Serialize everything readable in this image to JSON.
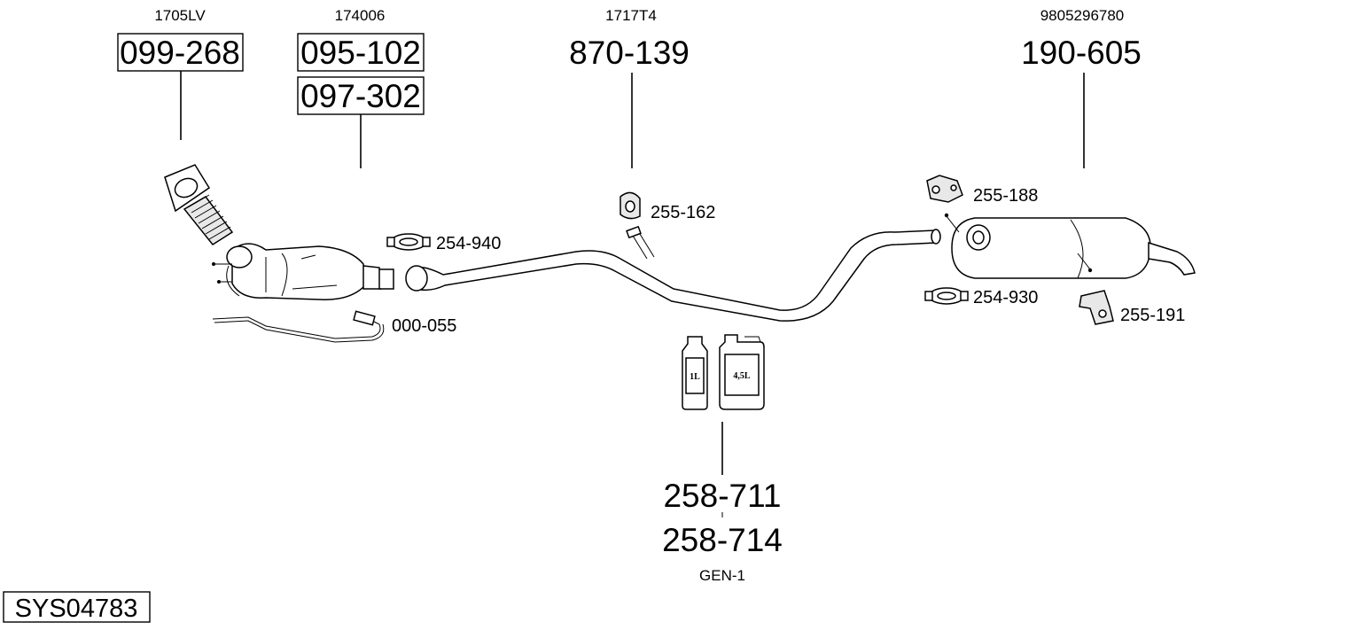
{
  "system_id": "SYS04783",
  "parts": {
    "front_pipe": {
      "oe": "1705LV",
      "codes": [
        "099-268"
      ]
    },
    "catalyst": {
      "oe": "174006",
      "codes": [
        "095-102",
        "097-302"
      ]
    },
    "middle_pipe": {
      "oe": "1717T4",
      "codes": [
        "870-139"
      ]
    },
    "rear_silencer": {
      "oe": "9805296780",
      "codes": [
        "190-605"
      ]
    },
    "additive": {
      "oe": "GEN-1",
      "codes": [
        "258-711",
        "258-714"
      ]
    }
  },
  "callouts": {
    "clamp_front": "254-940",
    "hanger_mid": "255-162",
    "sensor_kit": "000-055",
    "hanger_rear_top": "255-188",
    "clamp_rear": "254-930",
    "hanger_rear_bottom": "255-191"
  },
  "cans": {
    "small": "1L",
    "large": "4,5L"
  }
}
